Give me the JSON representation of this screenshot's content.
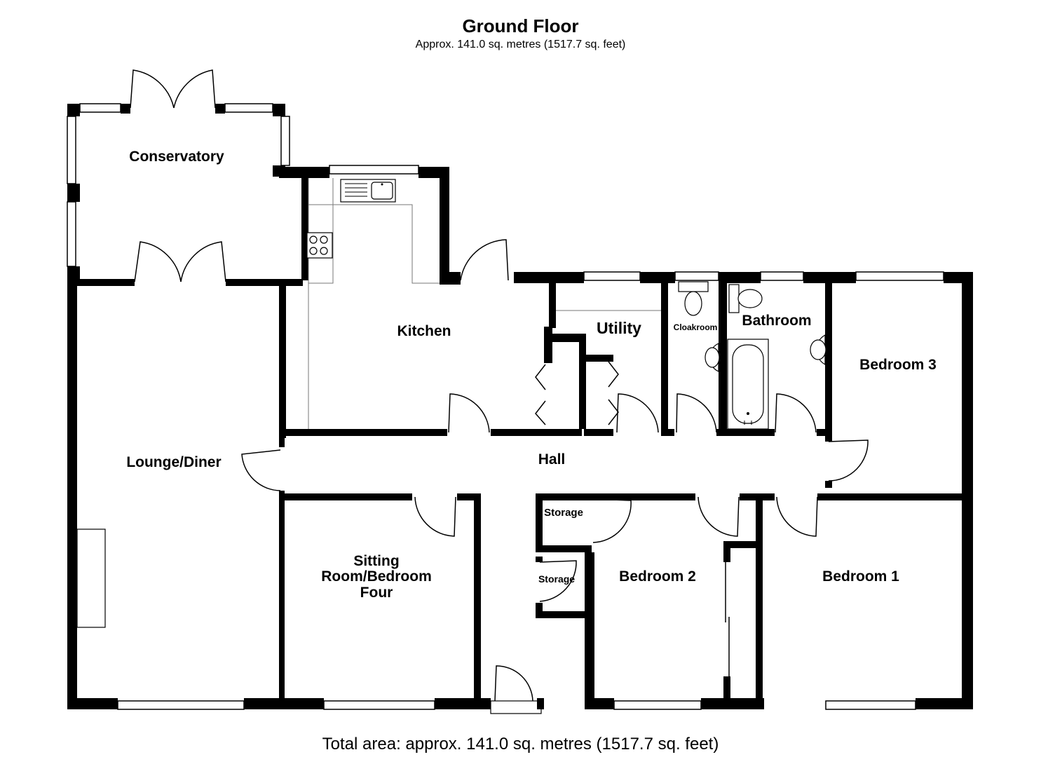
{
  "plan": {
    "title": "Ground Floor",
    "subtitle": "Approx. 141.0 sq. metres (1517.7 sq. feet)",
    "footer": "Total area: approx. 141.0 sq. metres (1517.7 sq. feet)"
  },
  "rooms": {
    "conservatory": "Conservatory",
    "kitchen": "Kitchen",
    "utility": "Utility",
    "cloakroom": "Cloakroom",
    "bathroom": "Bathroom",
    "bedroom3": "Bedroom 3",
    "lounge": "Lounge/Diner",
    "hall": "Hall",
    "sitting_line1": "Sitting",
    "sitting_line2": "Room/Bedroom",
    "sitting_line3": "Four",
    "storage_a": "Storage",
    "storage_b": "Storage",
    "bedroom2": "Bedroom 2",
    "bedroom1": "Bedroom 1"
  }
}
